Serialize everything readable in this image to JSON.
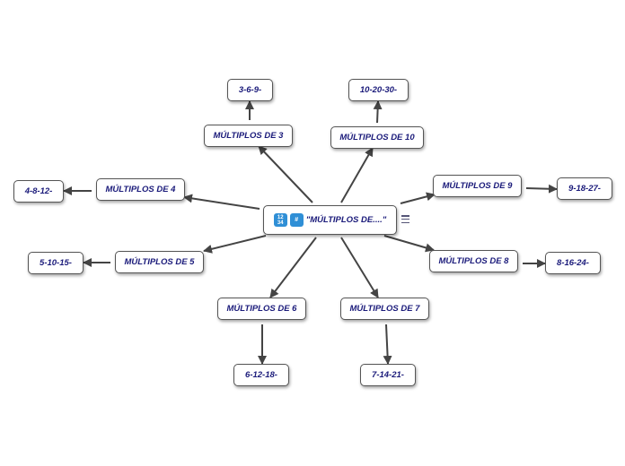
{
  "central": {
    "label": "\"MÚLTIPLOS DE....\"",
    "icons": [
      "input-numbers-icon",
      "hash-icon"
    ],
    "icon_color": "#2f8fd6"
  },
  "menu_icon": "menu-icon",
  "branches": [
    {
      "id": "m3",
      "label": "MÚLTIPLOS DE 3",
      "child": "3-6-9-"
    },
    {
      "id": "m10",
      "label": "MÚLTIPLOS DE 10",
      "child": "10-20-30-"
    },
    {
      "id": "m9",
      "label": "MÚLTIPLOS DE 9",
      "child": "9-18-27-"
    },
    {
      "id": "m8",
      "label": "MÚLTIPLOS DE 8",
      "child": "8-16-24-"
    },
    {
      "id": "m7",
      "label": "MÚLTIPLOS DE 7",
      "child": "7-14-21-"
    },
    {
      "id": "m6",
      "label": "MÚLTIPLOS DE 6",
      "child": "6-12-18-"
    },
    {
      "id": "m5",
      "label": "MÚLTIPLOS DE 5",
      "child": "5-10-15-"
    },
    {
      "id": "m4",
      "label": "MÚLTIPLOS DE 4",
      "child": "4-8-12-"
    }
  ],
  "colors": {
    "text": "#1a1a7a",
    "edge": "#444444",
    "border": "#555555"
  }
}
